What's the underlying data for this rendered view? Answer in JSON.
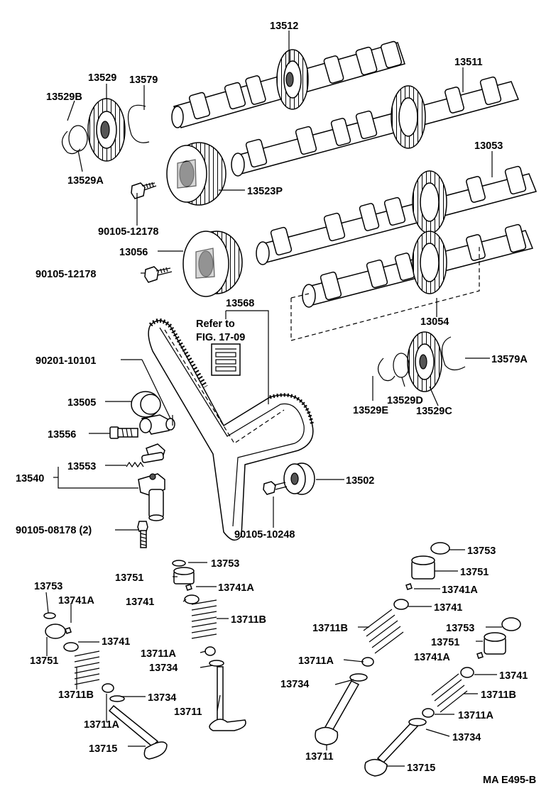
{
  "diagram": {
    "labels": {
      "p13512": "13512",
      "p13511": "13511",
      "p13529": "13529",
      "p13579": "13579",
      "p13529B": "13529B",
      "p13529A": "13529A",
      "p13523P": "13523P",
      "p13053": "13053",
      "p90105_12178_a": "90105-12178",
      "p13056": "13056",
      "p90105_12178_b": "90105-12178",
      "p13054": "13054",
      "p13568": "13568",
      "refer1": "Refer to",
      "refer2": "FIG. 17-09",
      "p90201_10101": "90201-10101",
      "p13579A": "13579A",
      "p13505": "13505",
      "p13529D": "13529D",
      "p13529E": "13529E",
      "p13529C": "13529C",
      "p13556": "13556",
      "p13553": "13553",
      "p13540": "13540",
      "p13502": "13502",
      "p90105_08178": "90105-08178 (2)",
      "p90105_10248": "90105-10248",
      "p13753_a": "13753",
      "p13751_a": "13751",
      "p13741A_a": "13741A",
      "p13741_a": "13741",
      "p13711B_a": "13711B",
      "p13711A_a": "13711A",
      "p13734_a": "13734",
      "p13711_a": "13711",
      "p13753_b": "13753",
      "p13741A_b": "13741A",
      "p13741_b": "13741",
      "p13751_b": "13751",
      "p13711B_b": "13711B",
      "p13734_b": "13734",
      "p13711A_b": "13711A",
      "p13715_a": "13715",
      "p13753_c": "13753",
      "p13751_c": "13751",
      "p13741A_c": "13741A",
      "p13741_c": "13741",
      "p13711B_c": "13711B",
      "p13753_d": "13753",
      "p13751_d": "13751",
      "p13711A_c": "13711A",
      "p13741A_d": "13741A",
      "p13741_d": "13741",
      "p13734_c": "13734",
      "p13711B_d": "13711B",
      "p13711A_d": "13711A",
      "p13734_d": "13734",
      "p13711_b": "13711",
      "p13715_b": "13715",
      "code": "MA E495-B"
    }
  }
}
